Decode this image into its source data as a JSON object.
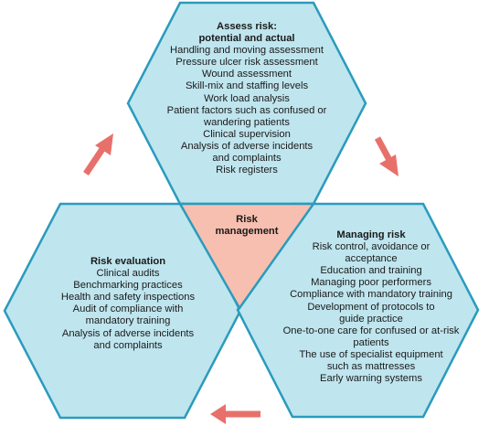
{
  "colors": {
    "hexagon_fill": "#bfe5ee",
    "hexagon_stroke": "#2a9bbd",
    "center_fill": "#f7bfb0",
    "arrow": "#e8706b"
  },
  "center": {
    "lines": [
      "Risk",
      "management"
    ]
  },
  "top": {
    "title_lines": [
      "Assess risk:",
      "potential and actual"
    ],
    "lines": [
      "Handling and moving assessment",
      "Pressure ulcer risk assessment",
      "Wound assessment",
      "Skill-mix and staffing levels",
      "Work load analysis",
      "Patient factors such as confused or",
      "wandering patients",
      "Clinical supervision",
      "Analysis of adverse incidents",
      "and complaints",
      "Risk registers"
    ]
  },
  "left": {
    "title_lines": [
      "Risk evaluation"
    ],
    "lines": [
      "Clinical audits",
      "Benchmarking practices",
      "Health and safety inspections",
      "Audit of compliance with",
      "mandatory training",
      "Analysis of adverse incidents",
      "and complaints"
    ]
  },
  "right": {
    "title_lines": [
      "Managing risk"
    ],
    "lines": [
      "Risk control, avoidance or",
      "acceptance",
      "Education and training",
      "Managing poor performers",
      "Compliance with mandatory training",
      "Development of protocols to",
      "guide practice",
      "One-to-one care for confused or at-risk",
      "patients",
      "The use of specialist equipment",
      "such as mattresses",
      "Early warning systems"
    ]
  },
  "arrows": [
    {
      "id": "arrow-to-top",
      "direction": "up-right"
    },
    {
      "id": "arrow-to-right",
      "direction": "down-right"
    },
    {
      "id": "arrow-to-left",
      "direction": "left"
    }
  ]
}
